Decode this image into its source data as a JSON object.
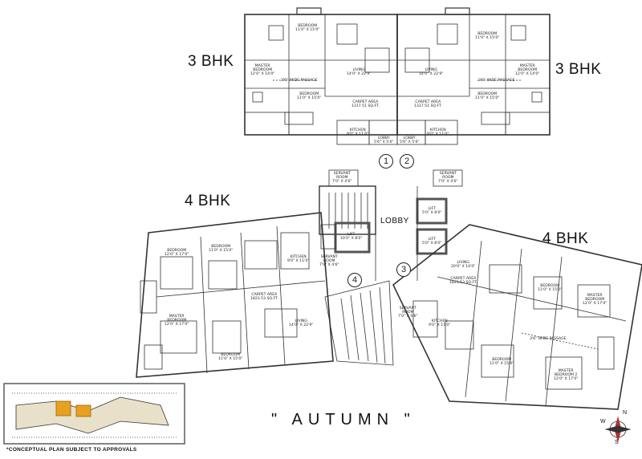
{
  "diagram": {
    "title": "\" AUTUMN \"",
    "note": "*CONCEPTUAL PLAN SUBJECT TO APPROVALS",
    "lobby": "LOBBY",
    "compass_letters": [
      "W",
      "N",
      "S"
    ],
    "wings": [
      {
        "id": "top-left",
        "label": "3 BHK",
        "number": "1"
      },
      {
        "id": "top-right",
        "label": "3 BHK",
        "number": "2"
      },
      {
        "id": "lower-left",
        "label": "4 BHK",
        "number": "4"
      },
      {
        "id": "lower-right",
        "label": "4 BHK",
        "number": "3"
      }
    ],
    "rooms": {
      "tl_bedroom": "BEDROOM\n11'0\" X 15'0\"",
      "tl_master": "MASTER\nBEDROOM\n12'0\" X 14'0\"",
      "tl_bedroom2": "BEDROOM\n11'0\" X 15'0\"",
      "tl_living": "LIVING\n14'0\" X 22'9\"",
      "tl_carpet": "CARPET AREA\n1317.51 SQ.FT.",
      "tl_kitchen": "KITCHEN\n9'0\" X 11'0\"",
      "tl_lobby": "LOBBY\n5'6\" X 5'6\"",
      "tl_passage": "3'6\" WIDE PASSAGE",
      "tl_servant": "SERVANT\nROOM\n7'0\" X 4'6\"",
      "tr_bedroom": "BEDROOM\n11'0\" X 15'0\"",
      "tr_master": "MASTER\nBEDROOM\n12'0\" X 14'0\"",
      "tr_bedroom2": "BEDROOM\n11'0\" X 15'0\"",
      "tr_living": "LIVING\n14'0\" X 22'9\"",
      "tr_carpet": "CARPET AREA\n1317.51 SQ.FT.",
      "tr_kitchen": "KITCHEN\n9'0\" X 11'0\"",
      "tr_lobby": "LOBBY\n5'6\" X 5'6\"",
      "tr_passage": "3'6\" WIDE PASSAGE",
      "tr_servant": "SERVANT\nROOM\n7'0\" X 4'6\"",
      "ll_bedroom_a": "BEDROOM\n12'0\" X 17'0\"",
      "ll_bedroom_b": "BEDROOM\n11'0\" X 15'0\"",
      "ll_master": "MASTER\nBEDROOM\n12'0\" X 17'0\"",
      "ll_bedroom_c": "BEDROOM\n11'0\" X 15'0\"",
      "ll_carpet": "CARPET AREA\n1823.53 SQ.FT.",
      "ll_living": "LIVING\n14'0\" X 22'9\"",
      "ll_kitchen": "KITCHEN\n9'0\" X 11'0\"",
      "ll_servant": "SERVANT\nROOM\n7'0\" X 4'6\"",
      "lr_living": "LIVING\n20'0\" X 14'0\"",
      "lr_carpet": "CARPET AREA\n1823.53 SQ.FT.",
      "lr_bedroom_a": "BEDROOM\n11'0\" X 15'0\"",
      "lr_master_a": "MASTER\nBEDROOM\n12'0\" X 17'0\"",
      "lr_bedroom_b": "BEDROOM\n11'0\" X 15'0\"",
      "lr_master_b": "MASTER\nBEDROOM 2\n12'0\" X 17'0\"",
      "lr_kitchen": "KITCHEN\n9'0\" X 11'0\"",
      "lr_passage": "3'6\" WIDE PASSAGE",
      "lr_servant": "SERVANT\nROOM\n7'0\" X 4'6\"",
      "lift_a": "LIFT\n5'0\" X 8'0\"",
      "lift_b": "LIFT\n5'0\" X 8'0\"",
      "lift_c": "LIFT\n10'0\" X 8'0\""
    }
  }
}
